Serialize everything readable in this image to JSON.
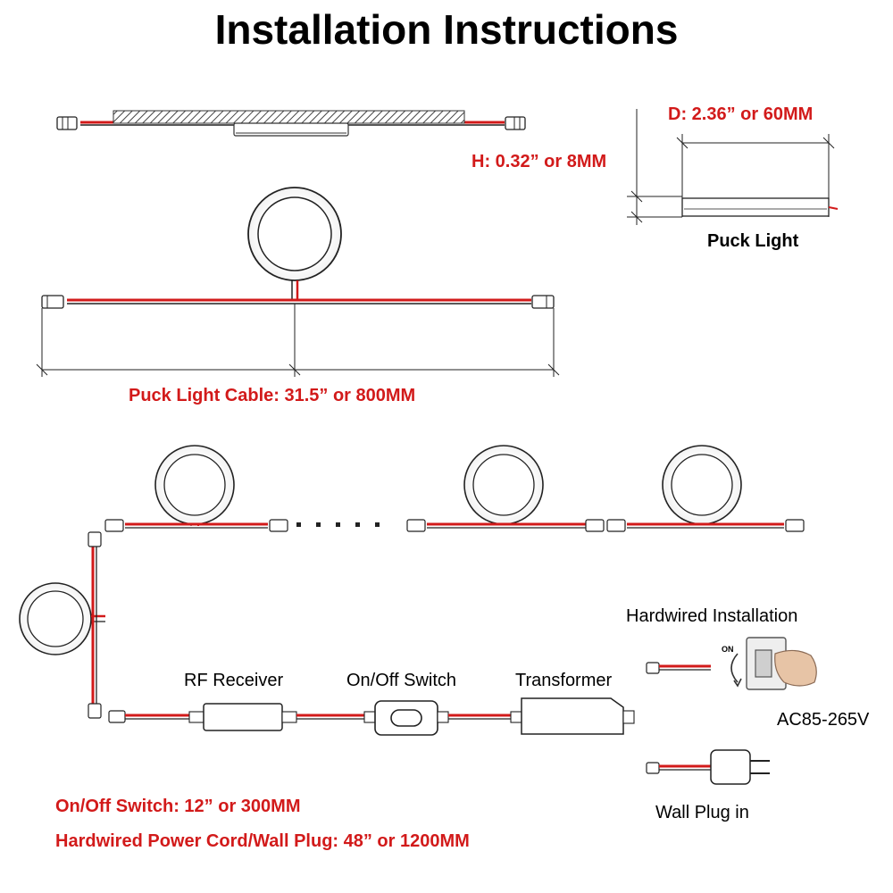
{
  "title": "Installation Instructions",
  "dimensions": {
    "depth": "D: 2.36” or 60MM",
    "height": "H: 0.32” or 8MM",
    "puck_caption": "Puck Light",
    "cable_length": "Puck Light Cable: 31.5” or 800MM"
  },
  "wiring": {
    "rf_receiver": "RF Receiver",
    "onoff_switch": "On/Off Switch",
    "transformer": "Transformer",
    "hardwired": "Hardwired Installation",
    "voltage": "AC85-265V",
    "wall_plug": "Wall Plug in",
    "switch_on": "ON"
  },
  "notes": {
    "switch_cord": "On/Off Switch: 12” or 300MM",
    "power_cord": "Hardwired Power Cord/Wall Plug: 48” or 1200MM"
  },
  "colors": {
    "wire": "#d21a1a",
    "label_red": "#d21a1a",
    "outline": "#222222"
  }
}
